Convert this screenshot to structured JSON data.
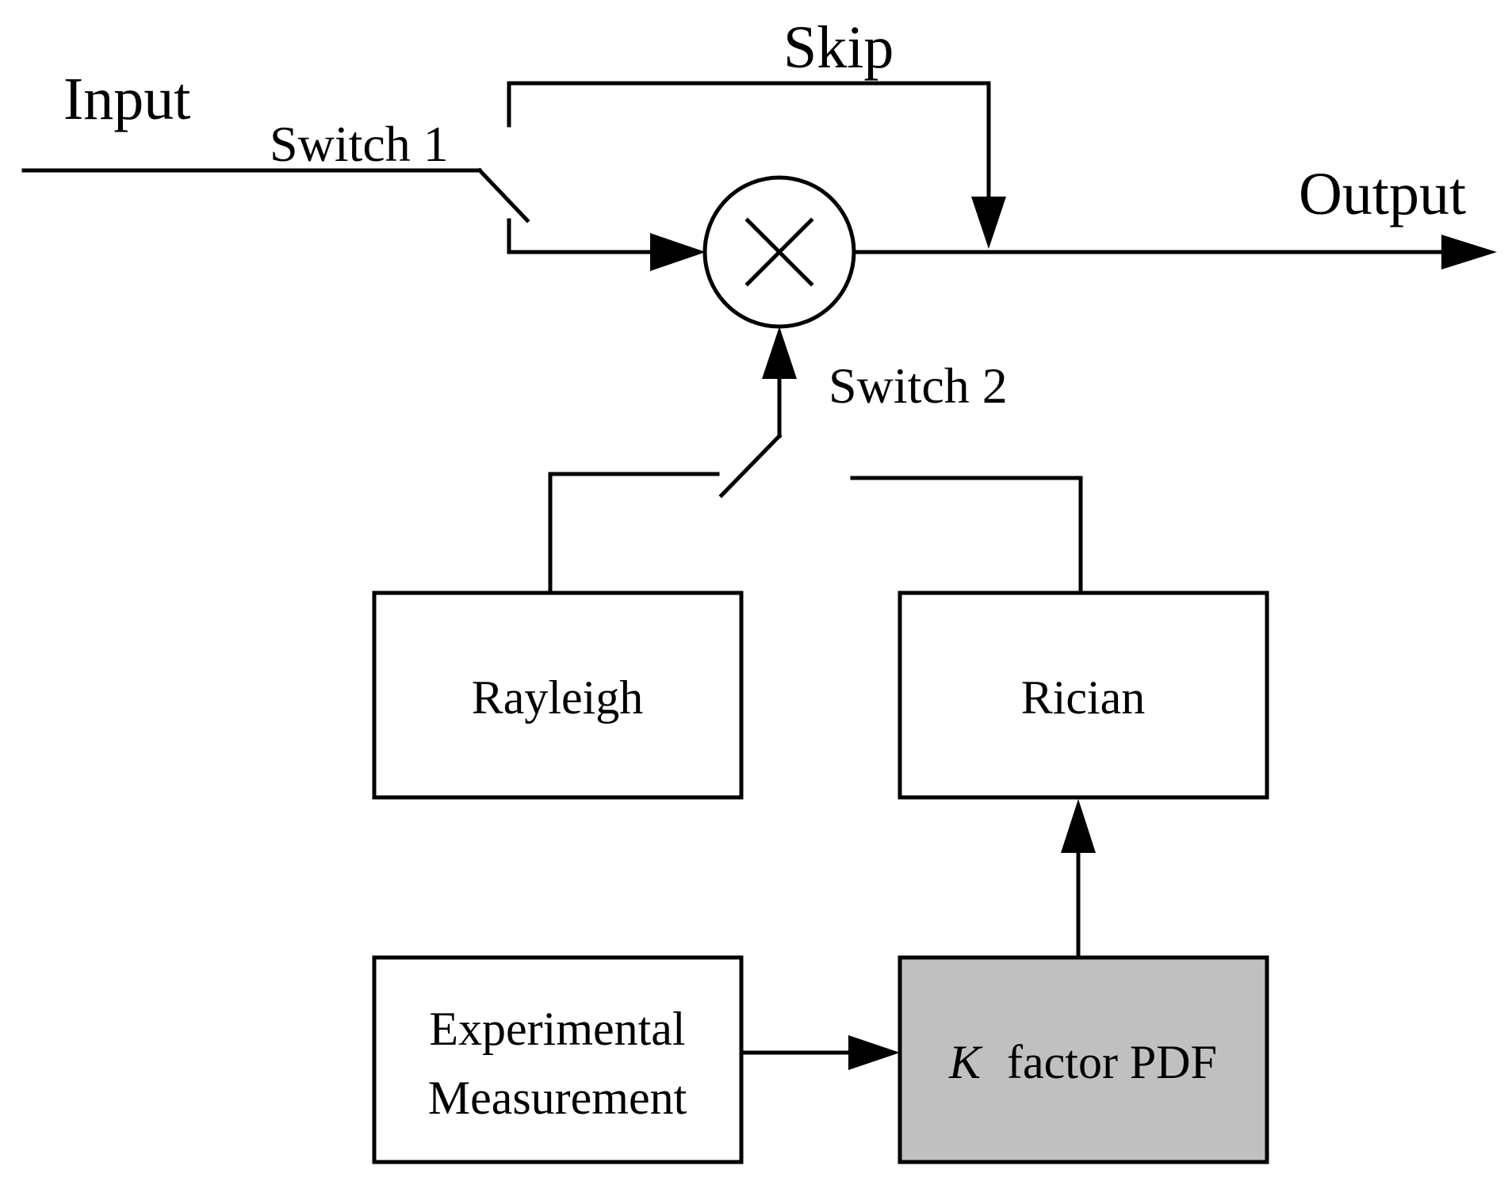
{
  "labels": {
    "input": "Input",
    "output": "Output",
    "skip": "Skip",
    "switch1": "Switch 1",
    "switch2": "Switch 2"
  },
  "blocks": {
    "rayleigh": "Rayleigh",
    "rician": "Rician",
    "experimental_line1": "Experimental",
    "experimental_line2": "Measurement",
    "kfactor_italic": "K",
    "kfactor_rest": "factor PDF"
  },
  "colors": {
    "line": "#000000",
    "box_fill": "#ffffff",
    "kfactor_fill": "#c0c0c0"
  },
  "icons": {
    "multiplier": "multiply-circle-icon"
  }
}
